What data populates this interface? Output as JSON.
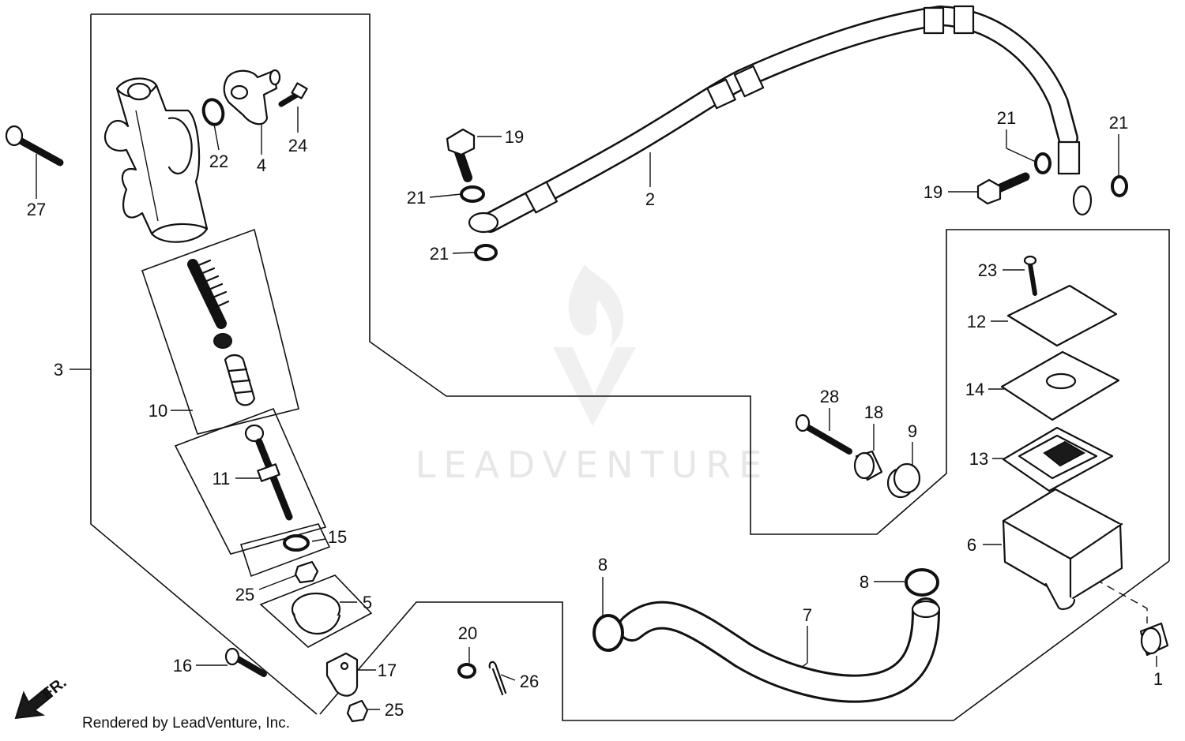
{
  "diagram": {
    "callouts": {
      "c1": "1",
      "c2": "2",
      "c3": "3",
      "c4": "4",
      "c5": "5",
      "c6": "6",
      "c7": "7",
      "c8a": "8",
      "c8b": "8",
      "c9": "9",
      "c10": "10",
      "c11": "11",
      "c12": "12",
      "c13": "13",
      "c14": "14",
      "c15": "15",
      "c16": "16",
      "c17": "17",
      "c18": "18",
      "c19a": "19",
      "c19b": "19",
      "c20": "20",
      "c21a": "21",
      "c21b": "21",
      "c21c": "21",
      "c21d": "21",
      "c22": "22",
      "c23": "23",
      "c24": "24",
      "c25a": "25",
      "c25b": "25",
      "c26": "26",
      "c27": "27",
      "c28": "28"
    },
    "direction_label": "FR.",
    "watermark": "LEADVENTURE",
    "credit": "Rendered by LeadVenture, Inc."
  },
  "colors": {
    "ink": "#111111",
    "background": "#ffffff",
    "watermark": "#e7e7e7"
  }
}
